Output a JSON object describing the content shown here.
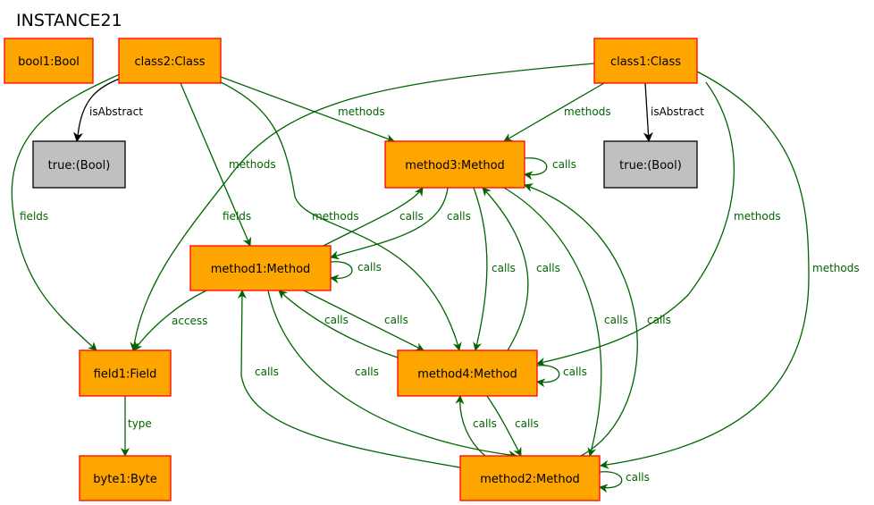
{
  "title": "INSTANCE21",
  "colors": {
    "object_fill": "#FFA500",
    "object_stroke": "#FF0000",
    "value_fill": "#C0C0C0",
    "value_stroke": "#000000",
    "attr_edge": "#000000",
    "ref_edge": "#006400"
  },
  "nodes": [
    {
      "id": "bool1",
      "label": "bool1:Bool",
      "kind": "object"
    },
    {
      "id": "class2",
      "label": "class2:Class",
      "kind": "object"
    },
    {
      "id": "class1",
      "label": "class1:Class",
      "kind": "object"
    },
    {
      "id": "true_a",
      "label": "true:(Bool)",
      "kind": "value"
    },
    {
      "id": "method3",
      "label": "method3:Method",
      "kind": "object"
    },
    {
      "id": "true_b",
      "label": "true:(Bool)",
      "kind": "value"
    },
    {
      "id": "method1",
      "label": "method1:Method",
      "kind": "object"
    },
    {
      "id": "field1",
      "label": "field1:Field",
      "kind": "object"
    },
    {
      "id": "method4",
      "label": "method4:Method",
      "kind": "object"
    },
    {
      "id": "byte1",
      "label": "byte1:Byte",
      "kind": "object"
    },
    {
      "id": "method2",
      "label": "method2:Method",
      "kind": "object"
    }
  ],
  "edges": [
    {
      "id": "e1",
      "from": "class2",
      "to": "true_a",
      "label": "isAbstract",
      "kind": "attr"
    },
    {
      "id": "e2",
      "from": "class1",
      "to": "true_b",
      "label": "isAbstract",
      "kind": "attr"
    },
    {
      "id": "e3",
      "from": "class2",
      "to": "method3",
      "label": "methods",
      "kind": "ref"
    },
    {
      "id": "e4",
      "from": "class2",
      "to": "method1",
      "label": "methods",
      "kind": "ref"
    },
    {
      "id": "e5",
      "from": "class2",
      "to": "method4",
      "label": "methods",
      "kind": "ref"
    },
    {
      "id": "e6",
      "from": "class2",
      "to": "field1",
      "label": "fields",
      "kind": "ref"
    },
    {
      "id": "e7",
      "from": "class1",
      "to": "method3",
      "label": "methods",
      "kind": "ref"
    },
    {
      "id": "e8",
      "from": "class1",
      "to": "field1",
      "label": "fields",
      "kind": "ref"
    },
    {
      "id": "e9",
      "from": "class1",
      "to": "method4",
      "label": "methods",
      "kind": "ref"
    },
    {
      "id": "e10",
      "from": "class1",
      "to": "method2",
      "label": "methods",
      "kind": "ref"
    },
    {
      "id": "e11",
      "from": "method3",
      "to": "method3",
      "label": "calls",
      "kind": "ref"
    },
    {
      "id": "e12",
      "from": "method1",
      "to": "method3",
      "label": "calls",
      "kind": "ref"
    },
    {
      "id": "e13",
      "from": "method3",
      "to": "method1",
      "label": "calls",
      "kind": "ref"
    },
    {
      "id": "e14",
      "from": "method1",
      "to": "method1",
      "label": "calls",
      "kind": "ref"
    },
    {
      "id": "e15",
      "from": "method1",
      "to": "field1",
      "label": "access",
      "kind": "ref"
    },
    {
      "id": "e16",
      "from": "method4",
      "to": "method1",
      "label": "calls",
      "kind": "ref"
    },
    {
      "id": "e17",
      "from": "method1",
      "to": "method4",
      "label": "calls",
      "kind": "ref"
    },
    {
      "id": "e18",
      "from": "method3",
      "to": "method4",
      "label": "calls",
      "kind": "ref"
    },
    {
      "id": "e19",
      "from": "method4",
      "to": "method3",
      "label": "calls",
      "kind": "ref"
    },
    {
      "id": "e20",
      "from": "method4",
      "to": "method4",
      "label": "calls",
      "kind": "ref"
    },
    {
      "id": "e21",
      "from": "method3",
      "to": "method2",
      "label": "calls",
      "kind": "ref"
    },
    {
      "id": "e22",
      "from": "method2",
      "to": "method3",
      "label": "calls",
      "kind": "ref"
    },
    {
      "id": "e23",
      "from": "method2",
      "to": "method1",
      "label": "calls",
      "kind": "ref"
    },
    {
      "id": "e24",
      "from": "method1",
      "to": "method2",
      "label": "calls",
      "kind": "ref"
    },
    {
      "id": "e25",
      "from": "method2",
      "to": "method4",
      "label": "calls",
      "kind": "ref"
    },
    {
      "id": "e26",
      "from": "method4",
      "to": "method2",
      "label": "calls",
      "kind": "ref"
    },
    {
      "id": "e27",
      "from": "method2",
      "to": "method2",
      "label": "calls",
      "kind": "ref"
    },
    {
      "id": "e28",
      "from": "field1",
      "to": "byte1",
      "label": "type",
      "kind": "ref"
    }
  ]
}
